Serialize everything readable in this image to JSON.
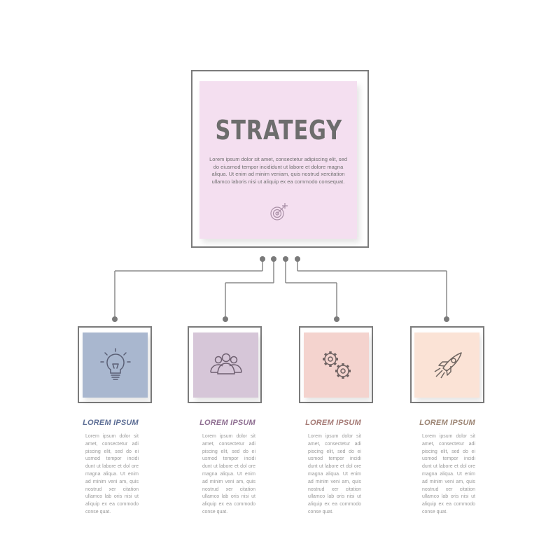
{
  "main": {
    "title": "STRATEGY",
    "body": "Lorem ipsum dolor sit amet, consectetur adipiscing elit, sed do eiusmod tempor incididunt ut labore et dolore magna aliqua. Ut enim ad minim veniam, quis nostrud xercitation ullamco laboris nisi ut aliquip ex ea commodo consequat.",
    "icon": "target-icon",
    "color": "#f4dff0"
  },
  "cards": [
    {
      "title": "LOREM IPSUM",
      "icon": "lightbulb-icon",
      "color": "#a9b7cf",
      "title_color": "#5e6f96",
      "text": "Lorem ipsum dolor sit amet, consectetur adi piscing elit, sed do ei usmod tempor incidi dunt ut labore et dol ore magna aliqua. Ut enim ad minim veni am, quis nostrud xer citation ullamco lab oris nisi ut aliquip ex ea commodo conse quat."
    },
    {
      "title": "LOREM IPSUM",
      "icon": "team-icon",
      "color": "#d6c6d8",
      "title_color": "#8f6f92",
      "text": "Lorem ipsum dolor sit amet, consectetur adi piscing elit, sed do ei usmod tempor incidi dunt ut labore et dol ore magna aliqua. Ut enim ad minim veni am, quis nostrud xer citation ullamco lab oris nisi ut aliquip ex ea commodo conse quat."
    },
    {
      "title": "LOREM IPSUM",
      "icon": "gears-icon",
      "color": "#f4d3ce",
      "title_color": "#a57a75",
      "text": "Lorem ipsum dolor sit amet, consectetur adi piscing elit, sed do ei usmod tempor incidi dunt ut labore et dol ore magna aliqua. Ut enim ad minim veni am, quis nostrud xer citation ullamco lab oris nisi ut aliquip ex ea commodo conse quat."
    },
    {
      "title": "LOREM IPSUM",
      "icon": "rocket-icon",
      "color": "#fbe3d6",
      "title_color": "#9c8574",
      "text": "Lorem ipsum dolor sit amet, consectetur adi piscing elit, sed do ei usmod tempor incidi dunt ut labore et dol ore magna aliqua. Ut enim ad minim veni am, quis nostrud xer citation ullamco lab oris nisi ut aliquip ex ea commodo conse quat."
    }
  ],
  "line_color": "#8a8a8a"
}
